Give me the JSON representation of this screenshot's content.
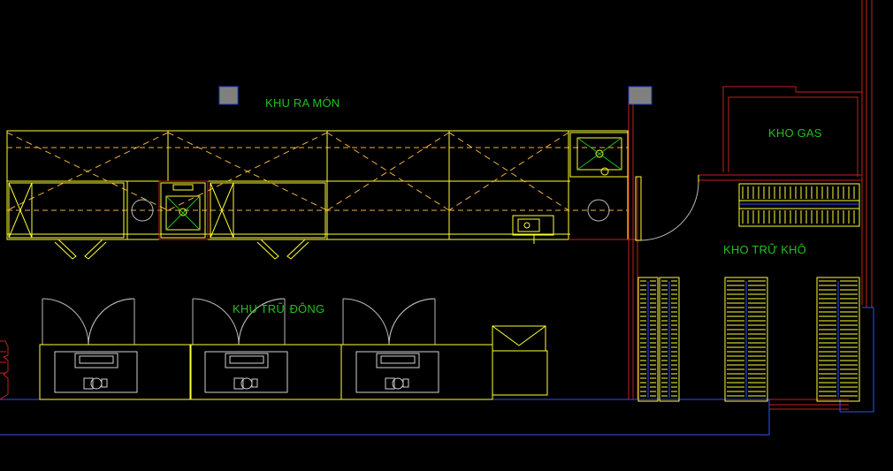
{
  "drawing": {
    "background": "#000000",
    "colors": {
      "outline": "#ffff00",
      "counter": "#ffff33",
      "hidden_line": "#f0b040",
      "wall": "#c82020",
      "boundary": "#3050ff",
      "text": "#22c020",
      "marker": "#808080",
      "door_swing": "#b8b8b8"
    },
    "zones": [
      {
        "label": "KHU RA MÓN"
      },
      {
        "label": "KHO GAS"
      },
      {
        "label": "KHO TRỮ KHÔ"
      },
      {
        "label": "KHU TRỮ ĐÔNG"
      }
    ],
    "symbols": {
      "column_marker": "gray-square",
      "sink": "sink-icon",
      "stove": "gas-stove-icon",
      "freezer": "freezer-icon",
      "compressor": "compressor-icon",
      "door": "door-swing-icon",
      "fire_extinguisher": "fire-extinguisher-icon"
    },
    "freezer_units": 3,
    "shelving_units": 4
  }
}
